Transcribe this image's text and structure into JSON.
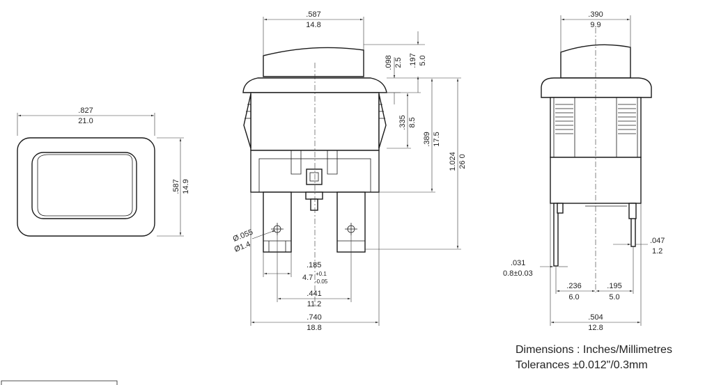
{
  "front_view": {
    "width_in": ".827",
    "width_mm": "21.0",
    "height_in": ".587",
    "height_mm": "14.9"
  },
  "side_view": {
    "cap_width_in": ".587",
    "cap_width_mm": "14.8",
    "cap_rise_in": ".098",
    "cap_rise_mm": "2.5",
    "cap_height_in": ".197",
    "cap_height_mm": "5.0",
    "clip_in": ".335",
    "clip_mm": "8.5",
    "body_in": ".389",
    "body_mm": "17.5",
    "total_in": "1.024",
    "total_mm": "26 0",
    "hole_in": "Ø.055",
    "hole_mm": "Ø1.4",
    "tab_in": ".185",
    "tab_mm": "4.7",
    "tab_tol_plus": "+0.1",
    "tab_tol_minus": "-0.05",
    "pitch_in": ".441",
    "pitch_mm": "11.2",
    "overall_in": ".740",
    "overall_mm": "18.8"
  },
  "end_view": {
    "cap_in": ".390",
    "cap_mm": "9.9",
    "terminal_in": ".047",
    "terminal_mm": "1.2",
    "thickness_in": ".031",
    "thickness_mm": "0.8±0.03",
    "offset_a_in": ".236",
    "offset_a_mm": "6.0",
    "offset_b_in": ".195",
    "offset_b_mm": "5.0",
    "body_in": ".504",
    "body_mm": "12.8"
  },
  "notes": {
    "units": "Dimensions : Inches/Millimetres",
    "tolerance": "Tolerances ±0.012\"/0.3mm"
  }
}
